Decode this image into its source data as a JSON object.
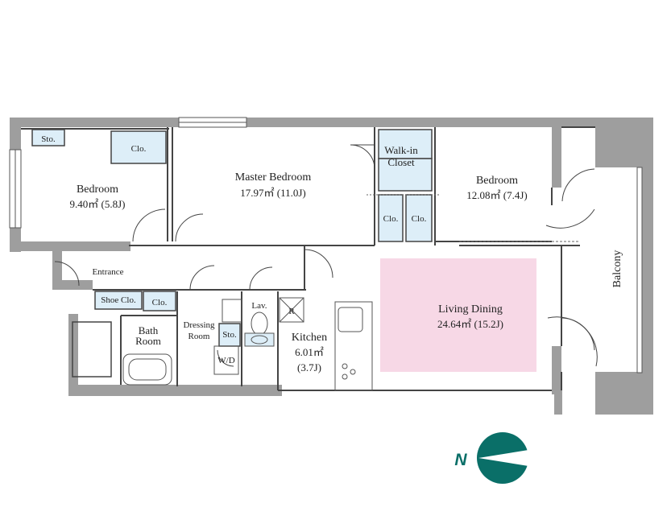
{
  "rooms": {
    "bedroom_left": {
      "name": "Bedroom",
      "area": "9.40㎡ (5.8J)"
    },
    "master_bedroom": {
      "name": "Master Bedroom",
      "area": "17.97㎡ (11.0J)"
    },
    "bedroom_right": {
      "name": "Bedroom",
      "area": "12.08㎡ (7.4J)"
    },
    "living_dining": {
      "name": "Living Dining",
      "area": "24.64㎡ (15.2J)"
    },
    "kitchen": {
      "name": "Kitchen",
      "area_line1": "6.01㎡",
      "area_line2": "(3.7J)"
    },
    "bath_room": {
      "line1": "Bath",
      "line2": "Room"
    },
    "dressing_room": {
      "line1": "Dressing",
      "line2": "Room"
    },
    "walk_in_closet": {
      "line1": "Walk-in",
      "line2": "Closet"
    },
    "entrance": "Entrance",
    "balcony": "Balcony"
  },
  "storage": {
    "sto_bedroom": "Sto.",
    "clo_bedroom": "Clo.",
    "clo_mid_1": "Clo.",
    "clo_mid_2": "Clo.",
    "shoe_clo": "Shoe Clo.",
    "clo_entrance": "Clo.",
    "sto_dressing": "Sto."
  },
  "fixtures": {
    "lav": "Lav.",
    "washer_dryer": "W/D",
    "refrigerator": "R"
  },
  "compass": {
    "letter": "N"
  },
  "colors": {
    "wall": "#9e9e9e",
    "closet": "#ddeef8",
    "living_highlight": "#f7d8e6",
    "compass": "#0a6f68"
  }
}
